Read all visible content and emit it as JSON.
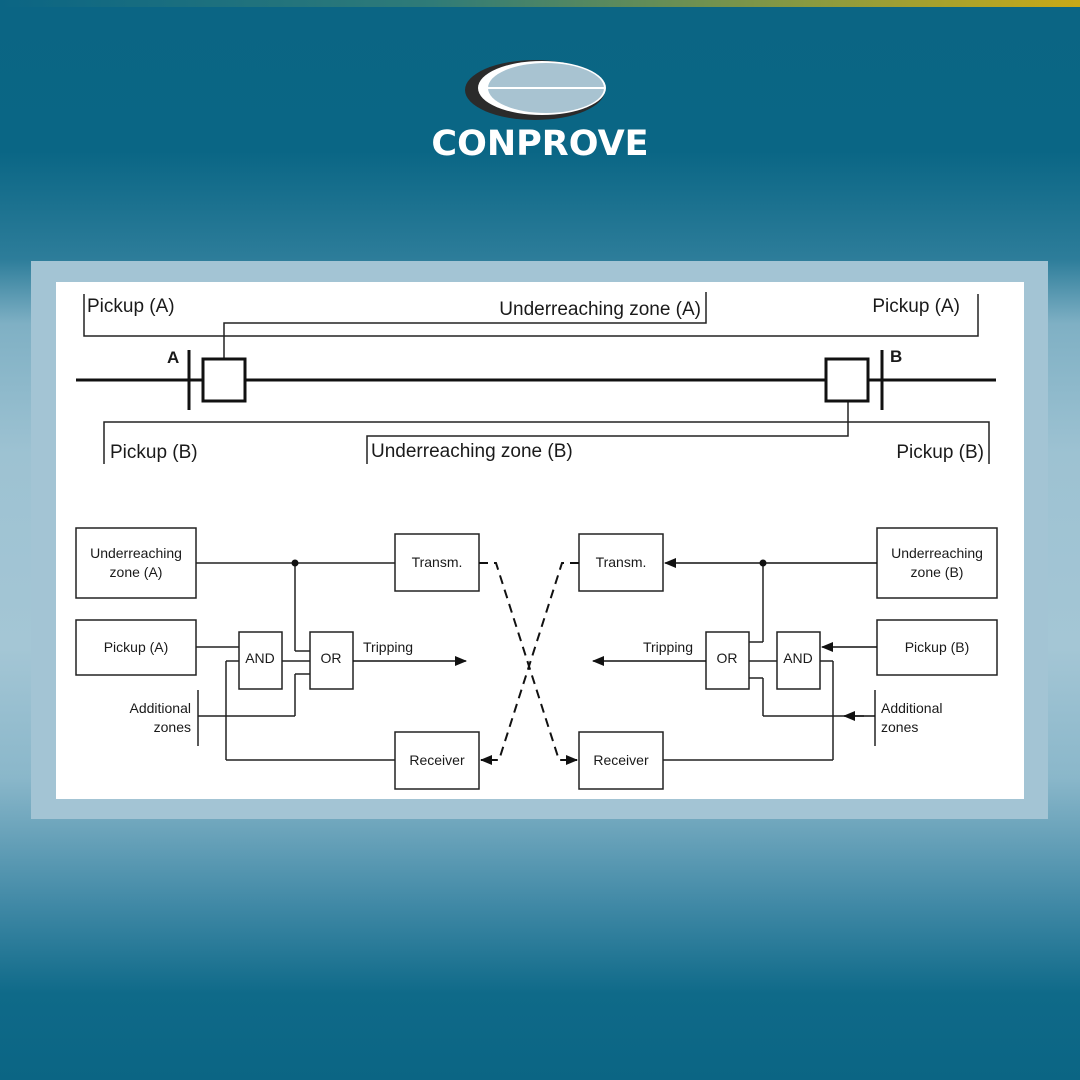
{
  "brand": {
    "name": "CONPROVE",
    "logo_icon": "conprove-ellipse-logo",
    "colors": {
      "background": "#0b6584",
      "accent": "#c9a917",
      "panel": "#a3c4d4",
      "logo_fill": "#a8c3d1"
    }
  },
  "diagram": {
    "line": {
      "bus_a": "A",
      "bus_b": "B",
      "top_pickup_left": "Pickup (A)",
      "top_pickup_right": "Pickup (A)",
      "underreaching_a": "Underreaching zone (A)",
      "bottom_pickup_left": "Pickup (B)",
      "bottom_pickup_right": "Pickup (B)",
      "underreaching_b": "Underreaching zone (B)"
    },
    "logic_a": {
      "underreaching_line1": "Underreaching",
      "underreaching_line2": "zone (A)",
      "pickup": "Pickup (A)",
      "additional_line1": "Additional",
      "additional_line2": "zones",
      "and_gate": "AND",
      "or_gate": "OR",
      "tripping": "Tripping",
      "transmitter": "Transm.",
      "receiver": "Receiver"
    },
    "logic_b": {
      "underreaching_line1": "Underreaching",
      "underreaching_line2": "zone (B)",
      "pickup": "Pickup (B)",
      "additional_line1": "Additional",
      "additional_line2": "zones",
      "and_gate": "AND",
      "or_gate": "OR",
      "tripping": "Tripping",
      "transmitter": "Transm.",
      "receiver": "Receiver"
    }
  }
}
